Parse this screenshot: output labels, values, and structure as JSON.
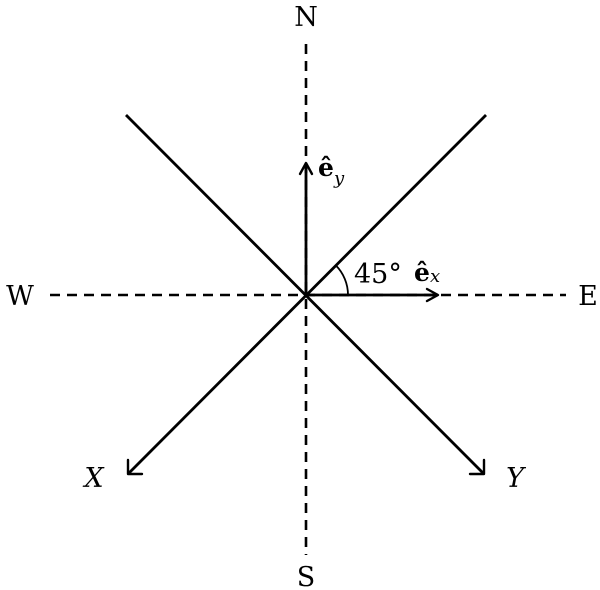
{
  "compass": {
    "north": "N",
    "south": "S",
    "east": "E",
    "west": "W"
  },
  "axes": {
    "x_label": "X",
    "y_label": "Y"
  },
  "unit_vectors": {
    "ex": {
      "symbol": "ê",
      "subscript": "x"
    },
    "ey": {
      "symbol": "ê",
      "subscript": "y"
    }
  },
  "angle": {
    "label": "45°"
  }
}
